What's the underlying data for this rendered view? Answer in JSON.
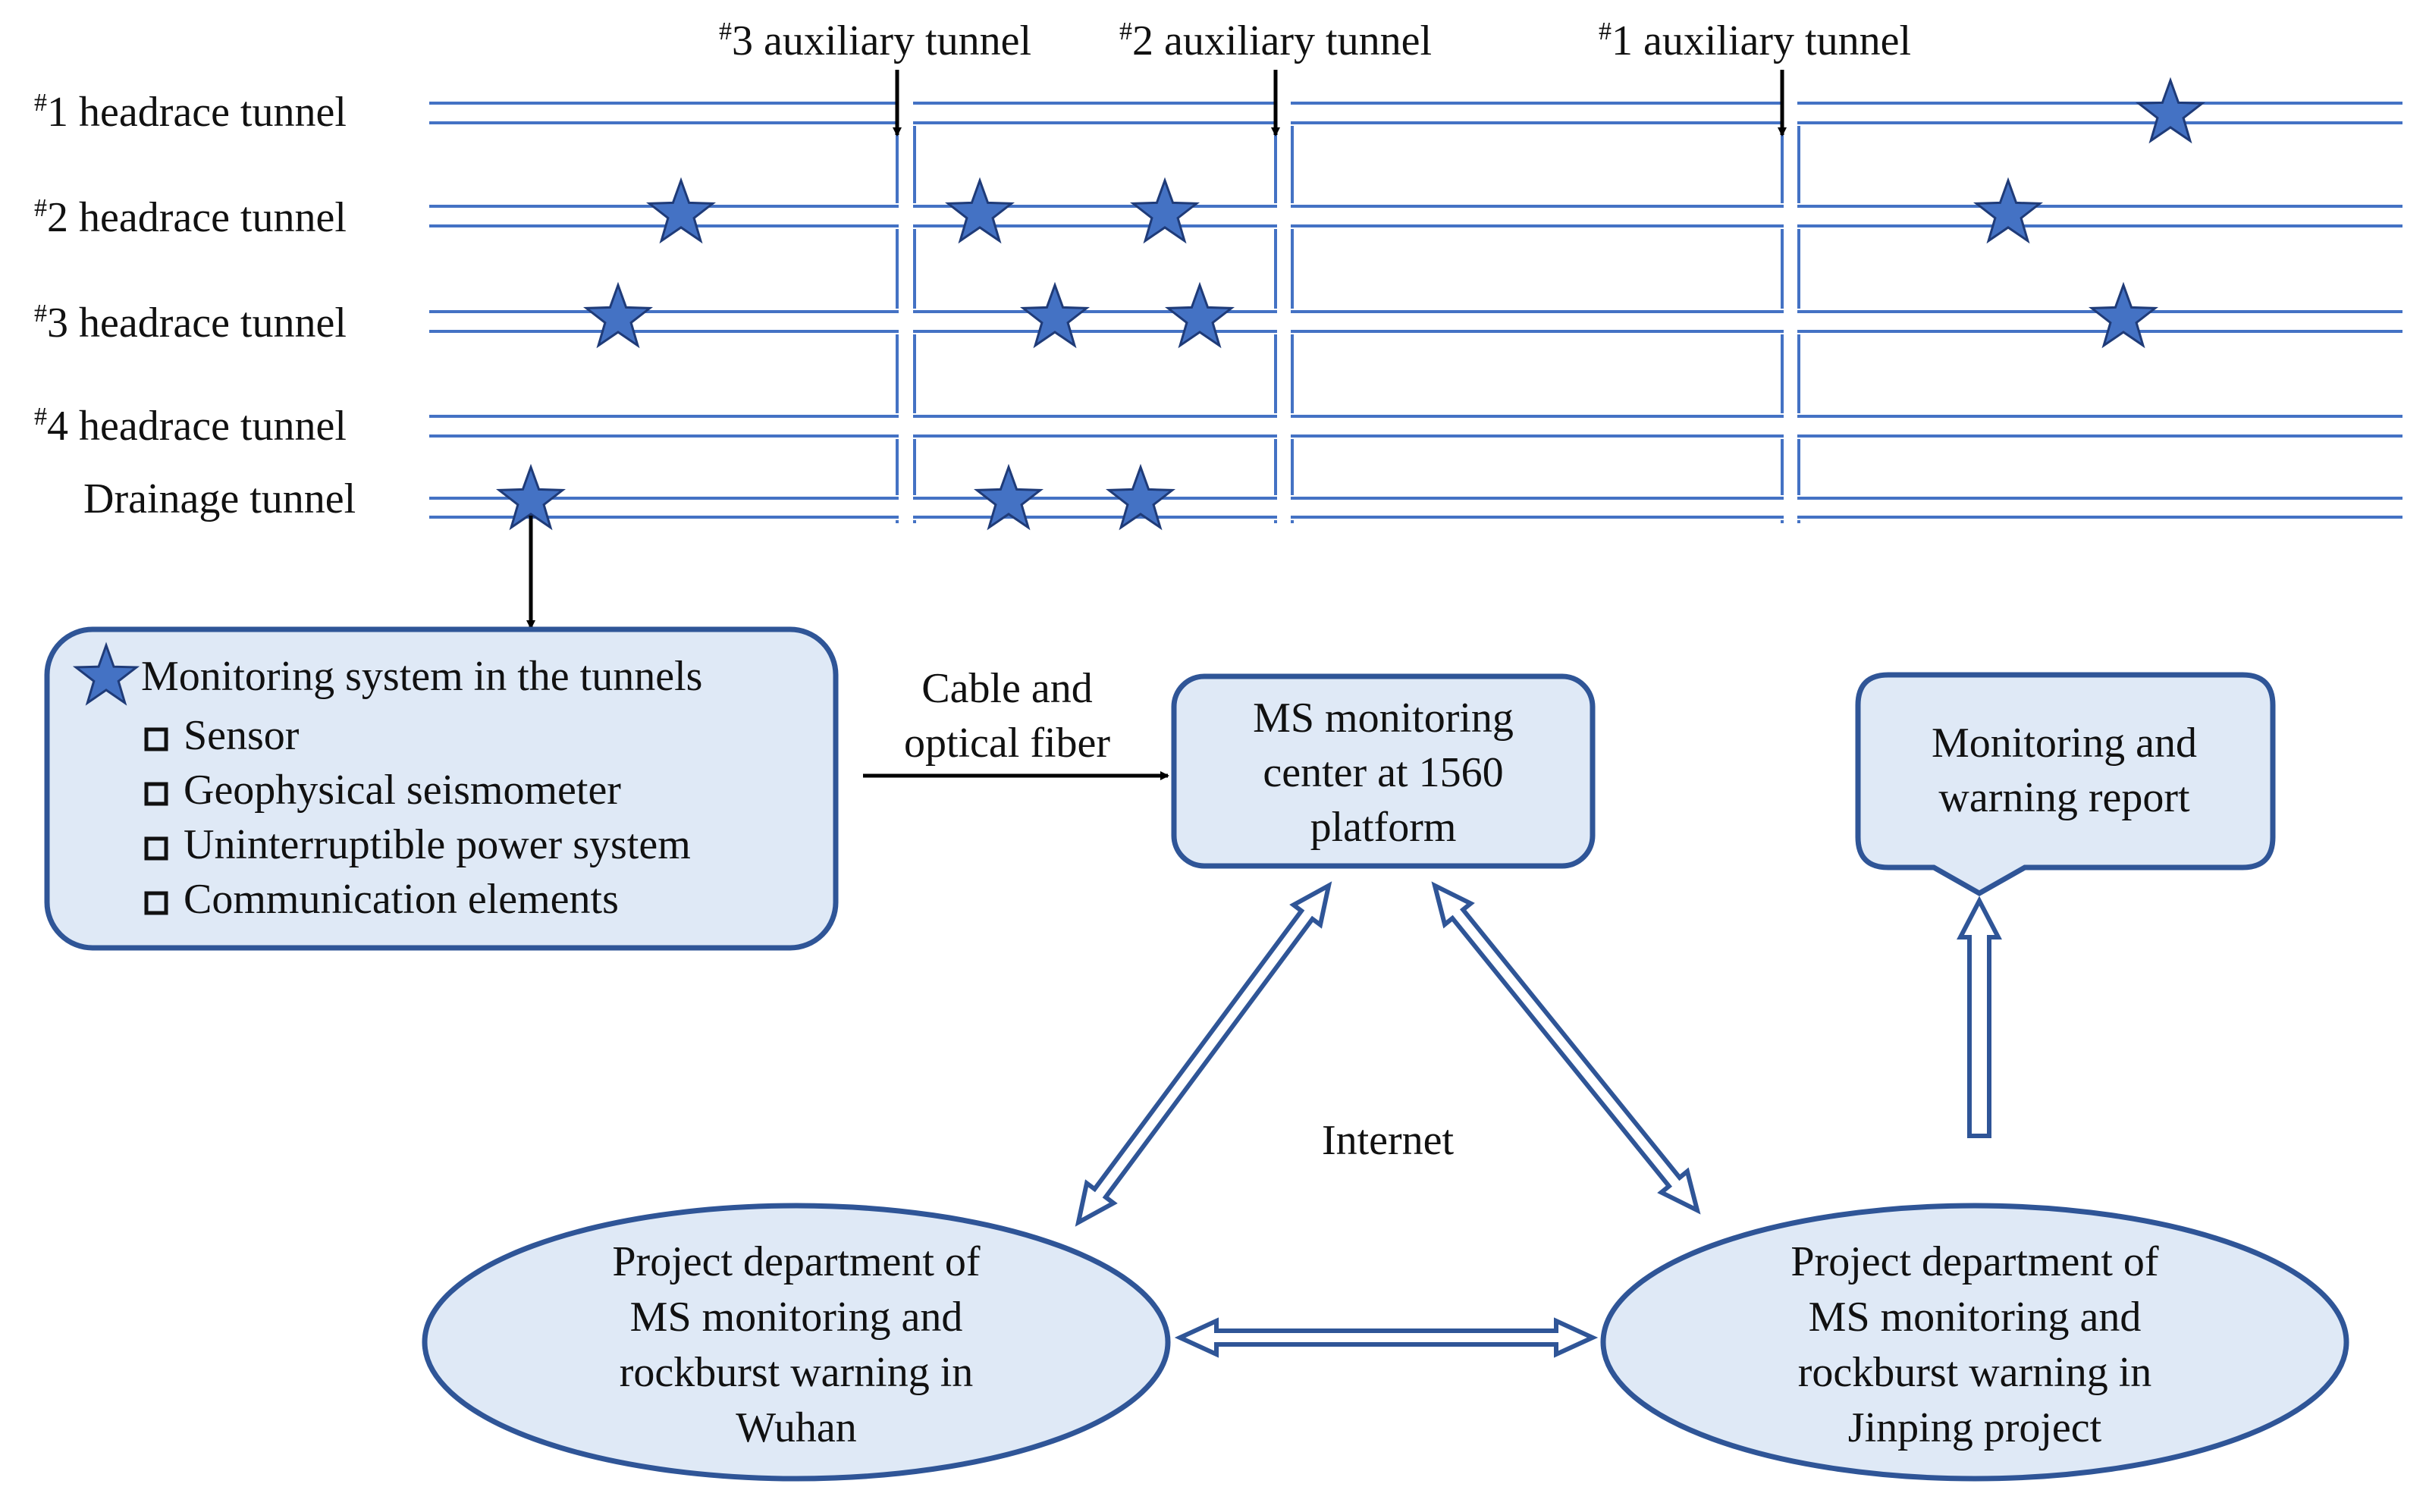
{
  "colors": {
    "tunnel_line": "#4472c4",
    "box_fill": "#dfe9f6",
    "box_stroke": "#2f5597",
    "star_fill": "#4472c4",
    "star_stroke": "#1f3b78",
    "black_arrow": "#000000",
    "text": "#111111"
  },
  "auxiliary_tunnels": [
    {
      "sup": "#",
      "label": "3 auxiliary tunnel"
    },
    {
      "sup": "#",
      "label": "2 auxiliary tunnel"
    },
    {
      "sup": "#",
      "label": "1 auxiliary tunnel"
    }
  ],
  "headrace_tunnels": [
    {
      "sup": "#",
      "label": "1 headrace tunnel"
    },
    {
      "sup": "#",
      "label": "2 headrace tunnel"
    },
    {
      "sup": "#",
      "label": "3 headrace tunnel"
    },
    {
      "sup": "#",
      "label": "4 headrace tunnel"
    },
    {
      "sup": "",
      "label": "Drainage tunnel"
    }
  ],
  "monitoring_box": {
    "icon": "star-icon",
    "title": "Monitoring system in the tunnels",
    "items": [
      "Sensor",
      "Geophysical seismometer",
      "Uninterruptible power system",
      "Communication elements"
    ]
  },
  "cable_label": [
    "Cable and",
    "optical fiber"
  ],
  "center_box": [
    "MS monitoring",
    "center at 1560",
    "platform"
  ],
  "report_box": [
    "Monitoring and",
    "warning report"
  ],
  "internet_label": "Internet",
  "wuhan_ellipse": [
    "Project department of",
    "MS monitoring and",
    "rockburst warning in",
    "Wuhan"
  ],
  "jinping_ellipse": [
    "Project department of",
    "MS monitoring and",
    "rockburst warning in",
    "Jinping project"
  ]
}
